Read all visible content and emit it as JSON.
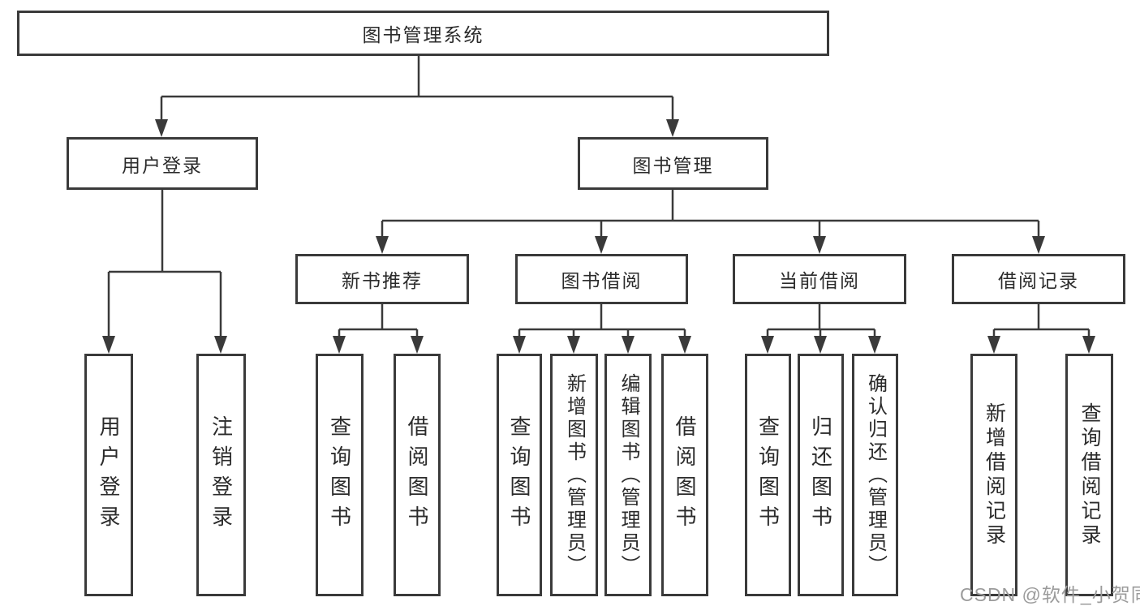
{
  "diagram": {
    "type": "hierarchy-tree",
    "title": "图书管理系统"
  },
  "tree": {
    "label": "图书管理系统",
    "children": [
      {
        "label": "用户登录",
        "children": [
          {
            "label": "用户登录"
          },
          {
            "label": "注销登录"
          }
        ]
      },
      {
        "label": "图书管理",
        "children": [
          {
            "label": "新书推荐",
            "children": [
              {
                "label": "查询图书"
              },
              {
                "label": "借阅图书"
              }
            ]
          },
          {
            "label": "图书借阅",
            "children": [
              {
                "label": "查询图书"
              },
              {
                "label": "新增图书（管理员）"
              },
              {
                "label": "编辑图书（管理员）"
              },
              {
                "label": "借阅图书"
              }
            ]
          },
          {
            "label": "当前借阅",
            "children": [
              {
                "label": "查询图书"
              },
              {
                "label": "归还图书"
              },
              {
                "label": "确认归还（管理员）"
              }
            ]
          },
          {
            "label": "借阅记录",
            "children": [
              {
                "label": "新增借阅记录"
              },
              {
                "label": "查询借阅记录"
              }
            ]
          }
        ]
      }
    ]
  },
  "watermark": {
    "text": "CSDN @软件_小贺同学"
  },
  "colors": {
    "line": "#3a3a3a",
    "text": "#2b2b2b",
    "watermark": "#9b9b9b",
    "background": "#ffffff"
  }
}
